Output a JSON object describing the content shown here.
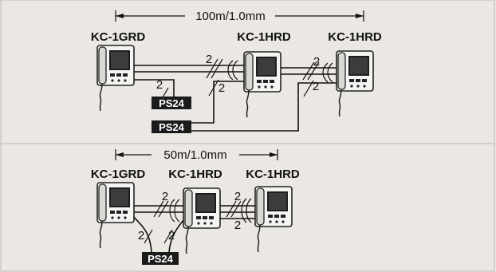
{
  "diagram": {
    "top": {
      "dimension": "100m/1.0mm",
      "models": [
        "KC-1GRD",
        "KC-1HRD",
        "KC-1HRD"
      ],
      "wire_counts": [
        "2",
        "2",
        "2",
        "2",
        "2"
      ],
      "power_supplies": [
        "PS24",
        "PS24"
      ]
    },
    "bottom": {
      "dimension": "50m/1.0mm",
      "models": [
        "KC-1GRD",
        "KC-1HRD",
        "KC-1HRD"
      ],
      "wire_counts": [
        "2",
        "2",
        "2",
        "2",
        "2"
      ],
      "power_supplies": [
        "PS24"
      ]
    }
  }
}
